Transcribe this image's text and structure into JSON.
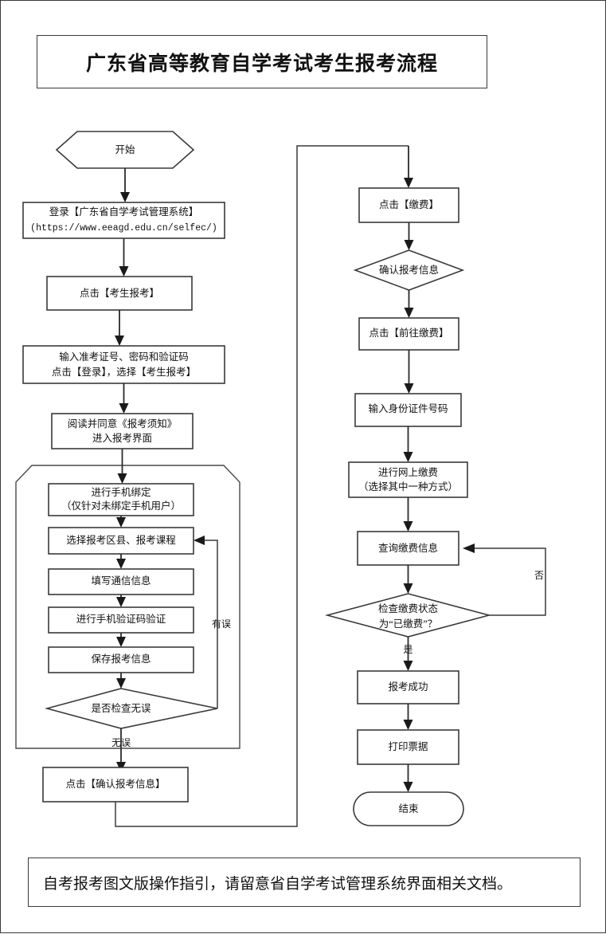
{
  "document": {
    "title": "广东省高等教育自学考试考生报考流程",
    "footer_note": "自考报考图文版操作指引，请留意省自学考试管理系统界面相关文档。"
  },
  "chart_data": {
    "type": "diagram",
    "diagram_kind": "flowchart",
    "title": "广东省高等教育自学考试考生报考流程",
    "orientation": "two-column, top-to-bottom",
    "nodes": [
      {
        "id": "start",
        "shape": "hexagon",
        "column": "left",
        "lines": [
          "开始"
        ]
      },
      {
        "id": "login",
        "shape": "rect",
        "column": "left",
        "lines": [
          "登录【广东省自学考试管理系统】",
          "(https://www.eeagd.edu.cn/selfec/)"
        ]
      },
      {
        "id": "click-exam",
        "shape": "rect",
        "column": "left",
        "lines": [
          "点击【考生报考】"
        ]
      },
      {
        "id": "enter-creds",
        "shape": "rect",
        "column": "left",
        "lines": [
          "输入准考证号、密码和验证码",
          "点击【登录】，选择【考生报考】"
        ]
      },
      {
        "id": "read-notice",
        "shape": "rect",
        "column": "left",
        "lines": [
          "阅读并同意《报考须知》",
          "进入报考界面"
        ]
      },
      {
        "id": "bind-phone",
        "shape": "rect",
        "column": "left",
        "lines": [
          "进行手机绑定",
          "（仅针对未绑定手机用户）"
        ]
      },
      {
        "id": "choose-area",
        "shape": "rect",
        "column": "left",
        "lines": [
          "选择报考区县、报考课程"
        ]
      },
      {
        "id": "fill-contact",
        "shape": "rect",
        "column": "left",
        "lines": [
          "填写通信信息"
        ]
      },
      {
        "id": "verify-sms",
        "shape": "rect",
        "column": "left",
        "lines": [
          "进行手机验证码验证"
        ]
      },
      {
        "id": "save-info",
        "shape": "rect",
        "column": "left",
        "lines": [
          "保存报考信息"
        ]
      },
      {
        "id": "check-ok",
        "shape": "diamond",
        "column": "left",
        "lines": [
          "是否检查无误"
        ]
      },
      {
        "id": "confirm-info",
        "shape": "rect",
        "column": "left",
        "lines": [
          "点击【确认报考信息】"
        ]
      },
      {
        "id": "click-pay",
        "shape": "rect",
        "column": "right",
        "lines": [
          "点击【缴费】"
        ]
      },
      {
        "id": "confirm-apply",
        "shape": "diamond",
        "column": "right",
        "lines": [
          "确认报考信息"
        ]
      },
      {
        "id": "goto-pay",
        "shape": "rect",
        "column": "right",
        "lines": [
          "点击【前往缴费】"
        ]
      },
      {
        "id": "enter-id",
        "shape": "rect",
        "column": "right",
        "lines": [
          "输入身份证件号码"
        ]
      },
      {
        "id": "online-pay",
        "shape": "rect",
        "column": "right",
        "lines": [
          "进行网上缴费",
          "（选择其中一种方式）"
        ]
      },
      {
        "id": "query-pay",
        "shape": "rect",
        "column": "right",
        "lines": [
          "查询缴费信息"
        ]
      },
      {
        "id": "check-paid",
        "shape": "diamond",
        "column": "right",
        "lines": [
          "检查缴费状态",
          "为“已缴费”？"
        ]
      },
      {
        "id": "apply-ok",
        "shape": "rect",
        "column": "right",
        "lines": [
          "报考成功"
        ]
      },
      {
        "id": "print-recpt",
        "shape": "rect",
        "column": "right",
        "lines": [
          "打印票据"
        ]
      },
      {
        "id": "end",
        "shape": "stadium",
        "column": "right",
        "lines": [
          "结束"
        ]
      }
    ],
    "edges": [
      {
        "from": "start",
        "to": "login",
        "label": ""
      },
      {
        "from": "login",
        "to": "click-exam",
        "label": ""
      },
      {
        "from": "click-exam",
        "to": "enter-creds",
        "label": ""
      },
      {
        "from": "enter-creds",
        "to": "read-notice",
        "label": ""
      },
      {
        "from": "read-notice",
        "to": "bind-phone",
        "label": ""
      },
      {
        "from": "bind-phone",
        "to": "choose-area",
        "label": ""
      },
      {
        "from": "choose-area",
        "to": "fill-contact",
        "label": ""
      },
      {
        "from": "fill-contact",
        "to": "verify-sms",
        "label": ""
      },
      {
        "from": "verify-sms",
        "to": "save-info",
        "label": ""
      },
      {
        "from": "save-info",
        "to": "check-ok",
        "label": ""
      },
      {
        "from": "check-ok",
        "to": "choose-area",
        "label": "有误"
      },
      {
        "from": "check-ok",
        "to": "confirm-info",
        "label": "无误"
      },
      {
        "from": "confirm-info",
        "to": "click-pay",
        "label": ""
      },
      {
        "from": "click-pay",
        "to": "confirm-apply",
        "label": ""
      },
      {
        "from": "confirm-apply",
        "to": "goto-pay",
        "label": ""
      },
      {
        "from": "goto-pay",
        "to": "enter-id",
        "label": ""
      },
      {
        "from": "enter-id",
        "to": "online-pay",
        "label": ""
      },
      {
        "from": "online-pay",
        "to": "query-pay",
        "label": ""
      },
      {
        "from": "query-pay",
        "to": "check-paid",
        "label": ""
      },
      {
        "from": "check-paid",
        "to": "query-pay",
        "label": "否"
      },
      {
        "from": "check-paid",
        "to": "apply-ok",
        "label": "是"
      },
      {
        "from": "apply-ok",
        "to": "print-recpt",
        "label": ""
      },
      {
        "from": "print-recpt",
        "to": "end",
        "label": ""
      }
    ],
    "edge_labels": [
      "有误",
      "无误",
      "否",
      "是"
    ],
    "group_boxes": [
      {
        "id": "reg-group",
        "label": "",
        "contains": [
          "bind-phone",
          "choose-area",
          "fill-contact",
          "verify-sms",
          "save-info",
          "check-ok"
        ]
      }
    ]
  },
  "nodes": {
    "start": {
      "line1": "开始"
    },
    "login": {
      "line1": "登录【广东省自学考试管理系统】",
      "line2": "(https://www.eeagd.edu.cn/selfec/)"
    },
    "click_exam": {
      "line1": "点击【考生报考】"
    },
    "enter_creds": {
      "line1": "输入准考证号、密码和验证码",
      "line2": "点击【登录】，选择【考生报考】"
    },
    "read_notice": {
      "line1": "阅读并同意《报考须知》",
      "line2": "进入报考界面"
    },
    "bind_phone": {
      "line1": "进行手机绑定",
      "line2": "（仅针对未绑定手机用户）"
    },
    "choose_area": {
      "line1": "选择报考区县、报考课程"
    },
    "fill_contact": {
      "line1": "填写通信信息"
    },
    "verify_sms": {
      "line1": "进行手机验证码验证"
    },
    "save_info": {
      "line1": "保存报考信息"
    },
    "check_ok": {
      "line1": "是否检查无误"
    },
    "confirm_info": {
      "line1": "点击【确认报考信息】"
    },
    "click_pay": {
      "line1": "点击【缴费】"
    },
    "confirm_apply": {
      "line1": "确认报考信息"
    },
    "goto_pay": {
      "line1": "点击【前往缴费】"
    },
    "enter_id": {
      "line1": "输入身份证件号码"
    },
    "online_pay": {
      "line1": "进行网上缴费",
      "line2": "（选择其中一种方式）"
    },
    "query_pay": {
      "line1": "查询缴费信息"
    },
    "check_paid": {
      "line1": "检查缴费状态",
      "line2": "为“已缴费”？"
    },
    "apply_ok": {
      "line1": "报考成功"
    },
    "print_recpt": {
      "line1": "打印票据"
    },
    "end": {
      "line1": "结束"
    }
  },
  "labels": {
    "err": "有误",
    "no_err": "无误",
    "no": "否",
    "yes": "是"
  },
  "colors": {
    "stroke": "#3a3a3a",
    "connector": "#2b2b2b",
    "text": "#111111",
    "background": "#ffffff"
  }
}
